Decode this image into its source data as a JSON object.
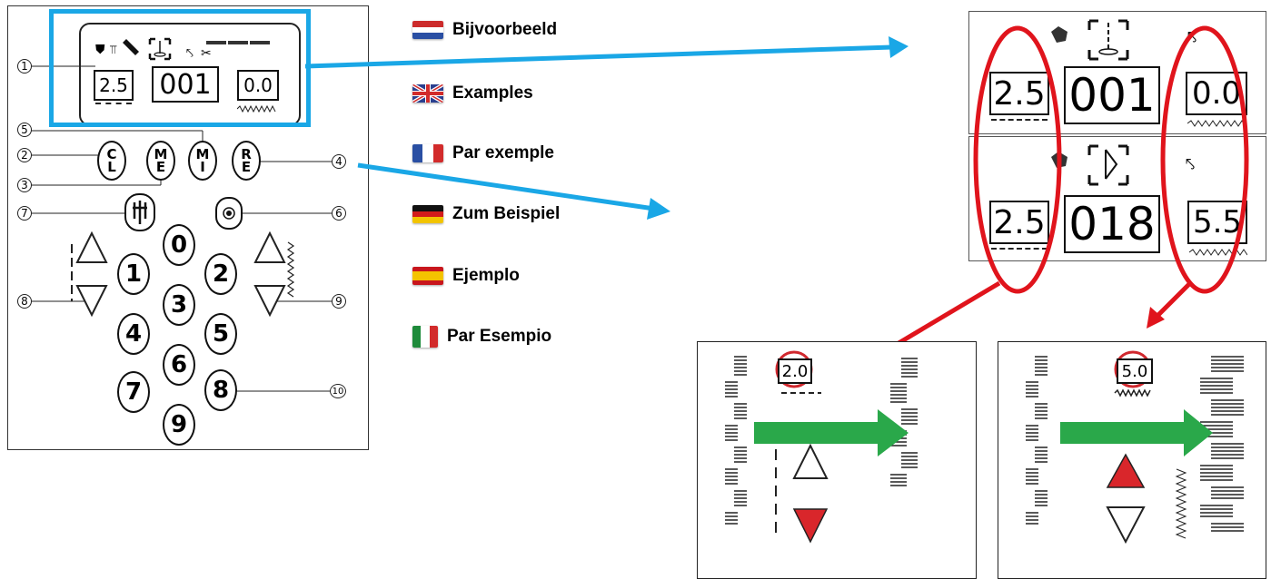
{
  "keypad": {
    "display": {
      "left": "2.5",
      "center": "001",
      "right": "0.0"
    },
    "letter_keys": [
      {
        "top": "C",
        "bottom": "L"
      },
      {
        "top": "M",
        "bottom": "E"
      },
      {
        "top": "M",
        "bottom": "I"
      },
      {
        "top": "R",
        "bottom": "E"
      }
    ],
    "number_keys": [
      "0",
      "1",
      "2",
      "3",
      "4",
      "5",
      "6",
      "7",
      "8",
      "9"
    ],
    "callouts": [
      "1",
      "2",
      "3",
      "4",
      "5",
      "6",
      "7",
      "8",
      "9",
      "10"
    ]
  },
  "languages": [
    {
      "label": "Bijvoorbeeld",
      "flag": "netherlands-flag",
      "colors": [
        "#cc2b2b",
        "#ffffff",
        "#2a4fa3"
      ]
    },
    {
      "label": "Examples",
      "flag": "uk-flag",
      "colors": [
        "#2a3f8f",
        "#ffffff",
        "#d22b2b"
      ]
    },
    {
      "label": "Par exemple",
      "flag": "france-flag",
      "colors": [
        "#2a4fa3",
        "#ffffff",
        "#d22b2b"
      ]
    },
    {
      "label": "Zum Beispiel",
      "flag": "germany-flag",
      "colors": [
        "#111111",
        "#d21b1b",
        "#f2c400"
      ]
    },
    {
      "label": "Ejemplo",
      "flag": "spain-flag",
      "colors": [
        "#c8161d",
        "#f4c300",
        "#c8161d"
      ]
    },
    {
      "label": "Par Esempio",
      "flag": "italy-flag",
      "colors": [
        "#1e8a3a",
        "#ffffff",
        "#d22b2b"
      ]
    }
  ],
  "example_display": {
    "top": {
      "left": "2.5",
      "center": "001",
      "right": "0.0"
    },
    "bottom": {
      "left": "2.5",
      "center": "018",
      "right": "5.5"
    }
  },
  "adjust_panels": {
    "length": {
      "value": "2.0"
    },
    "width": {
      "value": "5.0"
    }
  },
  "colors": {
    "highlight_blue": "#1aa7e6",
    "highlight_red": "#e0141c",
    "arrow_green": "#2aa84a",
    "triangle_red": "#d9262b"
  }
}
